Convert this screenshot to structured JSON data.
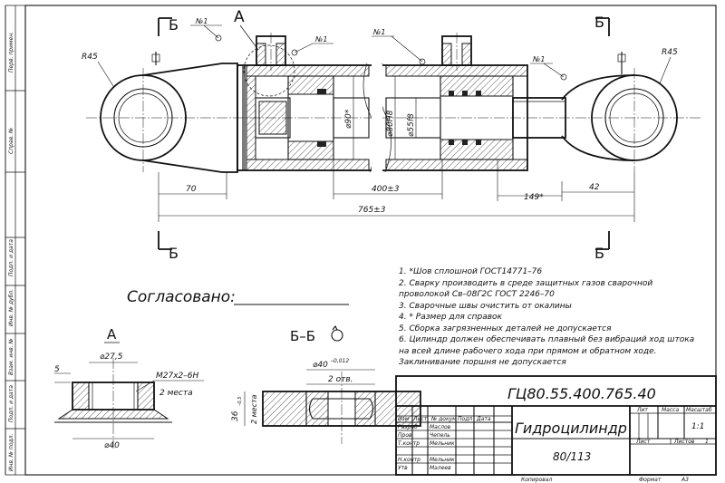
{
  "drawing": {
    "views": {
      "section_a_label": "А",
      "section_b_label": "Б",
      "section_bb_title": "Б–Б",
      "section_a_title": "А"
    },
    "callouts": {
      "weld_marker": "№1"
    },
    "dimensions": {
      "radius_left": "R45",
      "radius_right": "R45",
      "d90": "⌀90*",
      "d80": "⌀80Н8",
      "d55": "⌀55f8",
      "len_70": "70",
      "len_400": "400±3",
      "len_765": "765±3",
      "len_149": "149*",
      "len_42": "42",
      "d27": "⌀27,5",
      "d40": "⌀40",
      "thread": "М27х2–6Н",
      "thread_qty": "2 места",
      "dim_5": "5",
      "d40_tol": "⌀40",
      "d40_tol_sup": "–0,012",
      "holes": "2 отв.",
      "dim_36": "36",
      "dim_36_tol": "–0,5",
      "places_bb": "2 места"
    },
    "notes": [
      "1. *Шов сплошной ГОСТ14771–76",
      "2. Сварку производить в среде защитных газов сварочной",
      "проволокой Св–08Г2С ГОСТ 2246–70",
      "3. Сварочные швы очистить от окалины",
      "4. * Размер для справок",
      "5. Сборка загрязненных деталей не допускается",
      "6. Цилиндр должен обеспечивать плавный без вибраций ход штока",
      "на всей длине рабочего хода при прямом и обратном ходе.",
      "Заклинивание поршня не допускается"
    ],
    "approval": "Согласовано:"
  },
  "title_block": {
    "designation": "ГЦ80.55.400.765.40",
    "name": "Гидроцилиндр",
    "subtitle": "80/113",
    "col_lit": "Лит",
    "col_mass": "Масса",
    "col_scale": "Масштаб",
    "scale_value": "1:1",
    "sheet": "Лист",
    "sheets": "Листов",
    "sheets_value": "1",
    "copied": "Копировал",
    "format_label": "Формат",
    "format_value": "А3",
    "rows": [
      {
        "role": "Изм",
        "name": "Лист",
        "c3": "№ докум",
        "c4": "Подп",
        "c5": "Дата"
      },
      {
        "role": "Разраб",
        "name": "Маслов"
      },
      {
        "role": "Пров",
        "name": "Чепель"
      },
      {
        "role": "Т.контр",
        "name": "Мельник"
      },
      {
        "role": "",
        "name": ""
      },
      {
        "role": "Н.контр",
        "name": "Мельник"
      },
      {
        "role": "Утв",
        "name": "Малеев"
      }
    ]
  },
  "side_strip": [
    "Перв. примен.",
    "Справ. №",
    "Подп. и дата",
    "Инв. № дубл.",
    "Взам. инв. №",
    "Подп. и дата",
    "Инв. № подл."
  ]
}
